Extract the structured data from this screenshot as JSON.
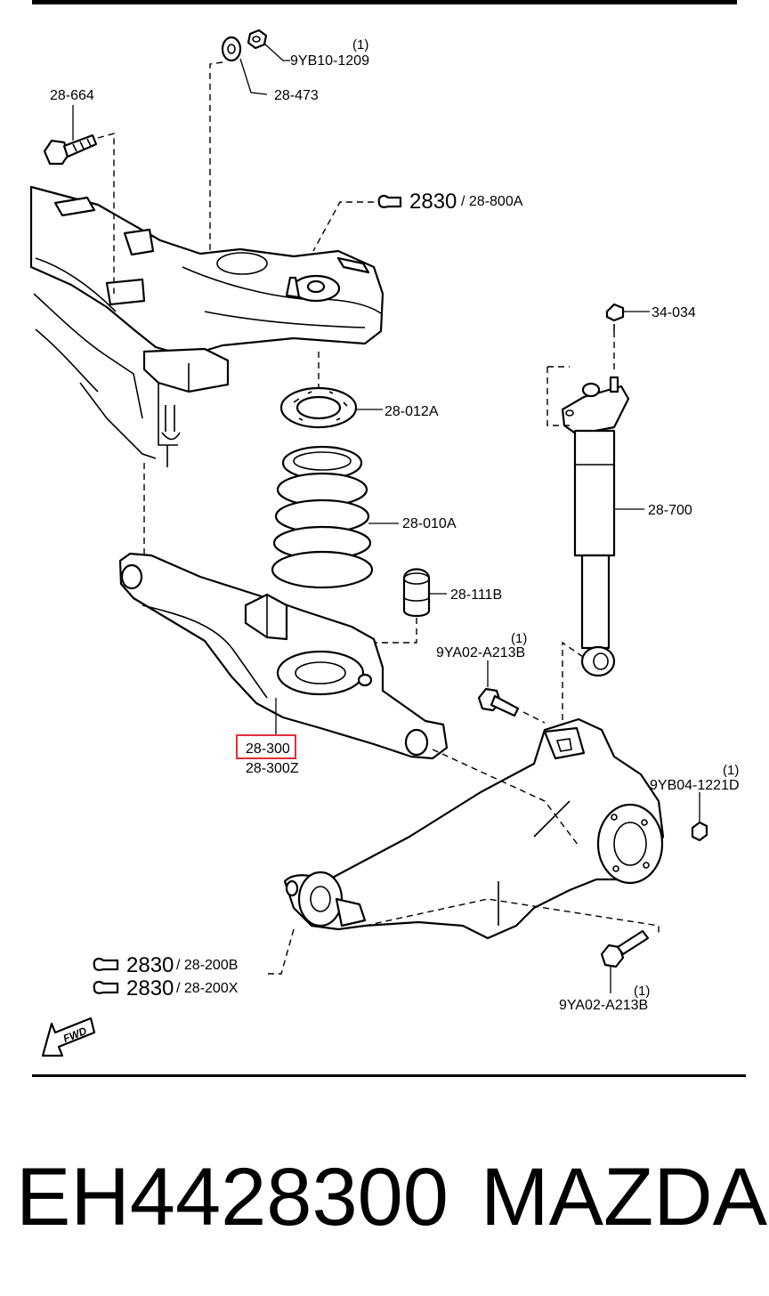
{
  "diagram": {
    "labels": {
      "top_nut_qty": "(1)",
      "top_nut": "9YB10-1209",
      "washer": "28-473",
      "bolt_left": "28-664",
      "crossmember_ref_num": "2830",
      "crossmember_ref": "/ 28-800A",
      "nut_34": "34-034",
      "spring_seat": "28-012A",
      "coil_spring": "28-010A",
      "shock": "28-700",
      "bump_stop": "28-111B",
      "bolt_mid_qty": "(1)",
      "bolt_mid": "9YA02-A213B",
      "lower_arm": "28-300",
      "lower_arm_alt": "28-300Z",
      "nut_right_qty": "(1)",
      "nut_right": "9YB04-1221D",
      "trailing_ref1_num": "2830",
      "trailing_ref1": "/ 28-200B",
      "trailing_ref2_num": "2830",
      "trailing_ref2": "/ 28-200X",
      "bolt_bottom_qty": "(1)",
      "bolt_bottom": "9YA02-A213B",
      "fwd": "FWD"
    },
    "highlight_color": "#e0303a"
  },
  "footer": {
    "part_number": "EH4428300",
    "brand": "MAZDA"
  }
}
